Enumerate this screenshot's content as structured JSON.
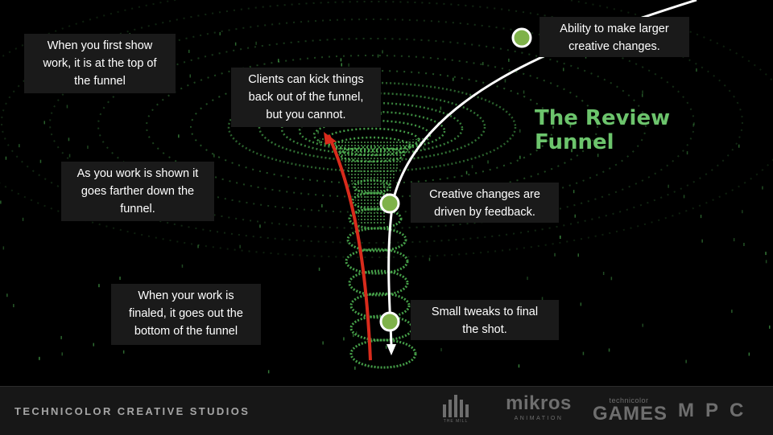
{
  "slide": {
    "title": "The Review Funnel",
    "title_color": "#6cc46c",
    "dot_color": "#4caf50",
    "marker_color": "#7fb24a",
    "arrow_colors": {
      "white": "#ffffff",
      "red": "#d92b1c"
    }
  },
  "notes": {
    "top_of_funnel": "When you first show\nwork, it is at the top of\nthe funnel",
    "kick_back": "Clients can kick things\nback out of the funnel,\nbut you cannot.",
    "down_funnel": "As you work is shown it\ngoes farther down the\nfunnel.",
    "finaled": "When your work is\nfinaled, it goes out the\nbottom of the funnel",
    "larger_changes": "Ability to make larger\ncreative  changes.",
    "feedback": "Creative changes are\ndriven by feedback.",
    "small_tweaks": "Small tweaks to final\nthe shot."
  },
  "footer": {
    "brand": "TECHNICOLOR CREATIVE STUDIOS",
    "logos": {
      "mill_caption": "THE MILL",
      "mikros_name": "mikros",
      "mikros_sub": "ANIMATION",
      "technicolor_small": "technicolor",
      "games": "GAMES",
      "mpc": "MPC"
    }
  }
}
